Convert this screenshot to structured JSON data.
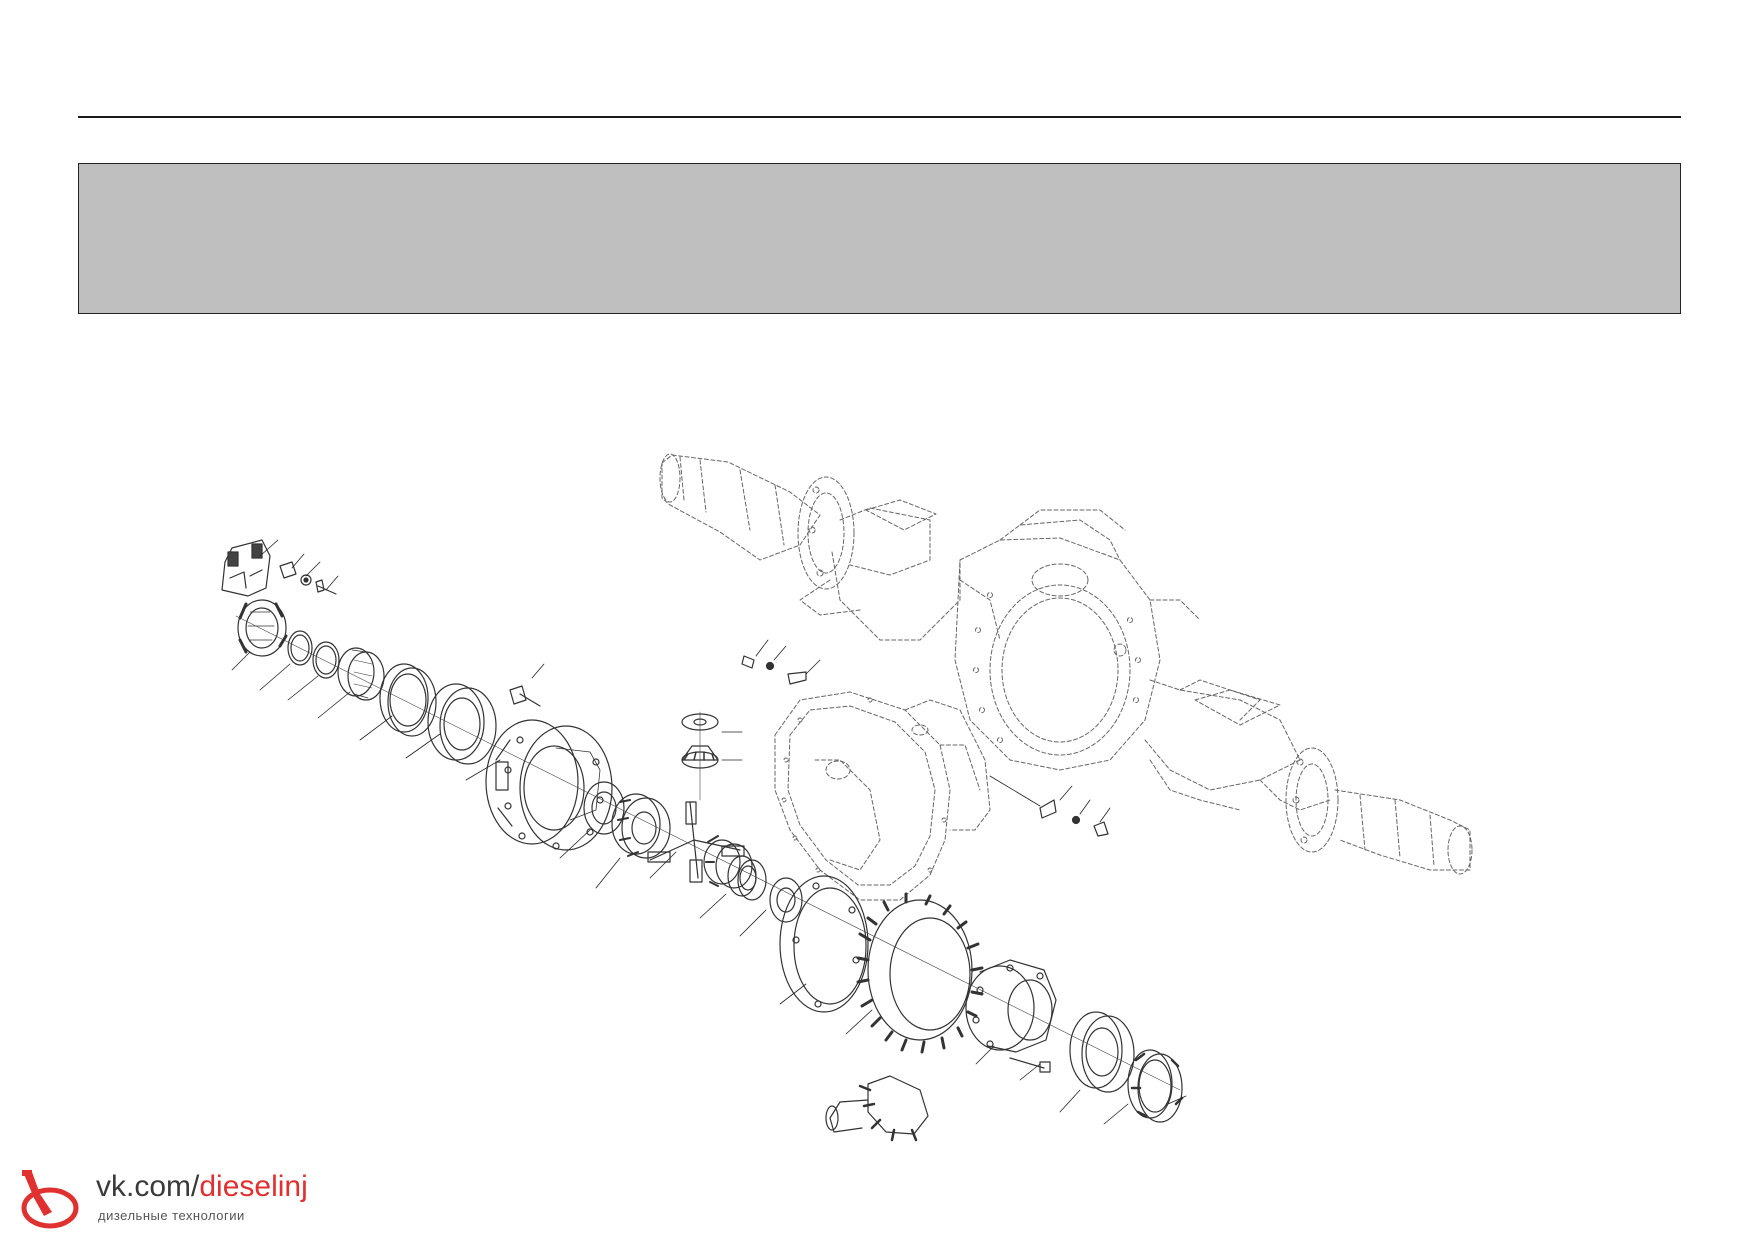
{
  "header": {
    "rule_color": "#1a1a1a",
    "band_color": "#bfbfbf",
    "band_text": ""
  },
  "drawing": {
    "subject": "exploded view of drive axle differential and housing",
    "parts": [
      "lock-bracket-icon",
      "lock-plate-icon",
      "washer-icon",
      "bolt-icon",
      "adjusting-ring-icon",
      "o-ring-icon",
      "snap-ring-icon",
      "sleeve-icon",
      "bearing-cup-icon",
      "bearing-cone-icon",
      "stud-icon",
      "diff-case-half-icon",
      "thrust-washer-icon",
      "side-gear-icon",
      "spider-icon",
      "pinion-washer-icon",
      "pinion-gear-icon",
      "thrust-washer-2-icon",
      "gasket-icon",
      "ring-gear-icon",
      "diff-case-flange-icon",
      "case-bolt-icon",
      "bearing-cone-2-icon",
      "adjusting-ring-2-icon",
      "drive-pinion-icon",
      "bolt-2-icon",
      "washer-2-icon",
      "lock-tab-icon",
      "carrier-housing-icon",
      "axle-housing-icon"
    ]
  },
  "brand": {
    "url_prefix": "vk.com/",
    "url_accent": "dieselinj",
    "subtitle": "дизельные технологии",
    "accent_color": "#e0302f"
  }
}
